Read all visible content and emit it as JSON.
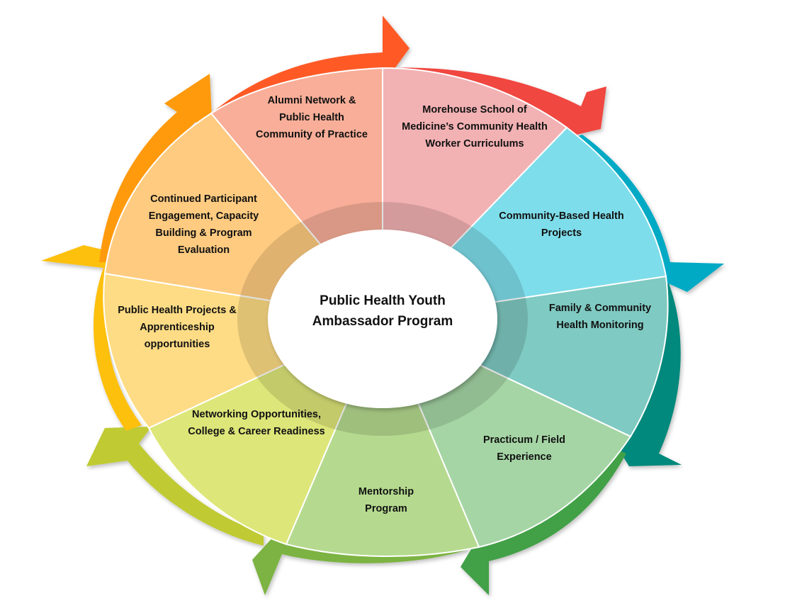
{
  "center": {
    "title": "Public Health Youth Ambassador Program"
  },
  "segments": [
    {
      "label": "Alumni Network & Public Health Community of Practice",
      "fill": "#F8AE98",
      "arrow": "#FF5A28"
    },
    {
      "label": "Morehouse School of Medicine’s Community Health  Worker Curriculums",
      "fill": "#F2B1B3",
      "arrow": "#F0463F"
    },
    {
      "label": "Community-Based Health Projects",
      "fill": "#7EDDEA",
      "arrow": "#03A9C4"
    },
    {
      "label": "Family & Community Health Monitoring",
      "fill": "#7FCAC2",
      "arrow": "#00897B"
    },
    {
      "label": "Practicum / Field Experience",
      "fill": "#A5D5A5",
      "arrow": "#43A047"
    },
    {
      "label": "Mentorship Program",
      "fill": "#B5DA8F",
      "arrow": "#7CB342"
    },
    {
      "label": "Networking Opportunities, College & Career Readiness",
      "fill": "#DDE679",
      "arrow": "#C0CA33"
    },
    {
      "label": "Public Health Projects & Apprenticeship opportunities",
      "fill": "#FEDC85",
      "arrow": "#FDC010"
    },
    {
      "label": "Continued Participant Engagement, Capacity Building & Program Evaluation",
      "fill": "#FECB80",
      "arrow": "#FF9A0A"
    }
  ]
}
